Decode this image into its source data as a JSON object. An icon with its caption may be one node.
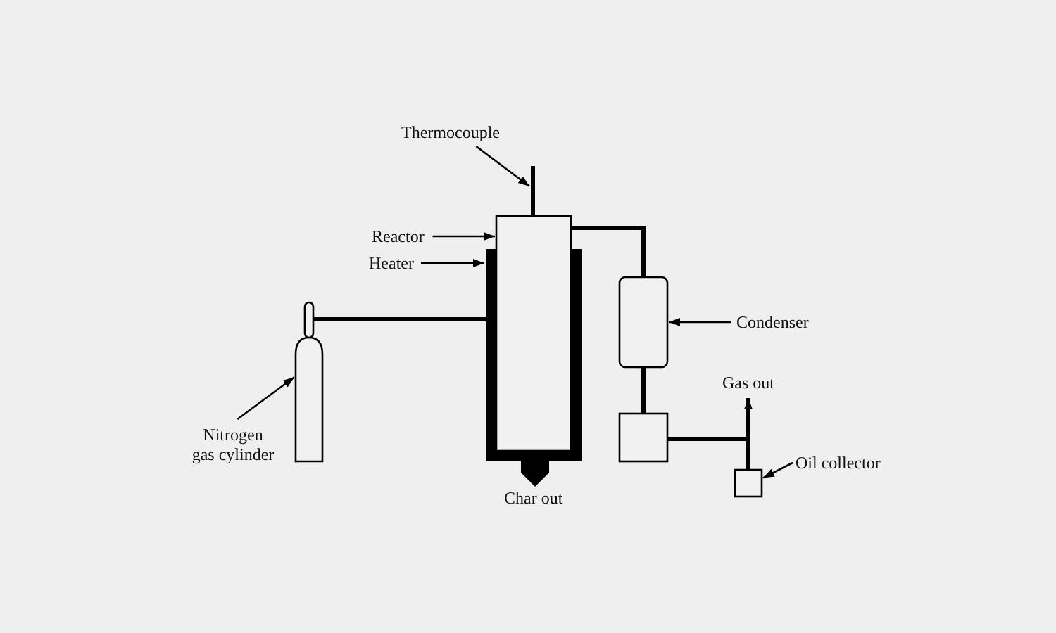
{
  "diagram": {
    "nodes": [
      {
        "text": [
          "Thermocouple"
        ]
      },
      {
        "text": [],
        "shape": "bar"
      },
      {
        "text": [
          "Reactor"
        ]
      },
      {
        "text": [],
        "shape": "box"
      },
      {
        "text": [
          "Heater"
        ]
      },
      {
        "text": [],
        "shape": "box"
      },
      {
        "text": [
          "Nitrogen gas cylinder"
        ]
      },
      {
        "text": [],
        "shape": "cylinder"
      },
      {
        "text": [
          "Condenser"
        ]
      },
      {
        "text": [],
        "shape": "box"
      },
      {
        "text": [],
        "shape": "box"
      },
      {
        "text": [
          "Gas out"
        ]
      },
      {
        "text": [
          "Oil collector"
        ]
      },
      {
        "text": [],
        "shape": "box"
      }
    ],
    "edges": [
      {
        "from": 0,
        "to": 1,
        "arrow": "to"
      },
      {
        "from": 2,
        "to": 3,
        "arrow": "to"
      },
      {
        "from": 4,
        "to": 5,
        "arrow": "to"
      },
      {
        "from": 6,
        "to": 7,
        "arrow": "to"
      },
      {
        "from": 7,
        "to": 5,
        "arrow": "none",
        "style": "thick"
      },
      {
        "from": 3,
        "to": 9,
        "arrow": "none",
        "style": "thick"
      },
      {
        "from": 9,
        "to": 10,
        "arrow": "none",
        "style": "thick"
      },
      {
        "from": 8,
        "to": 9,
        "arrow": "to"
      },
      {
        "from": 10,
        "to": 11,
        "arrow": "to",
        "style": "thick"
      },
      {
        "from": 10,
        "to": 13,
        "arrow": "none",
        "style": "thick"
      },
      {
        "from": 12,
        "to": 13,
        "arrow": "to"
      }
    ],
    "labels": [
      "Char out"
    ]
  }
}
